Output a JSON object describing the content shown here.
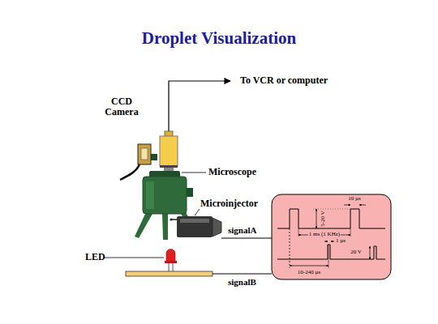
{
  "diagram": {
    "title": "Droplet Visualization",
    "labels": [
      "To VCR or computer",
      "CCD Camera",
      "Microscope",
      "Microinjector",
      "signalA",
      "LED",
      "signalB",
      "10 µs",
      "5-20 V",
      "1 ms (1 KHz)",
      "1 µs",
      "20 V",
      "10-240 µs"
    ]
  }
}
